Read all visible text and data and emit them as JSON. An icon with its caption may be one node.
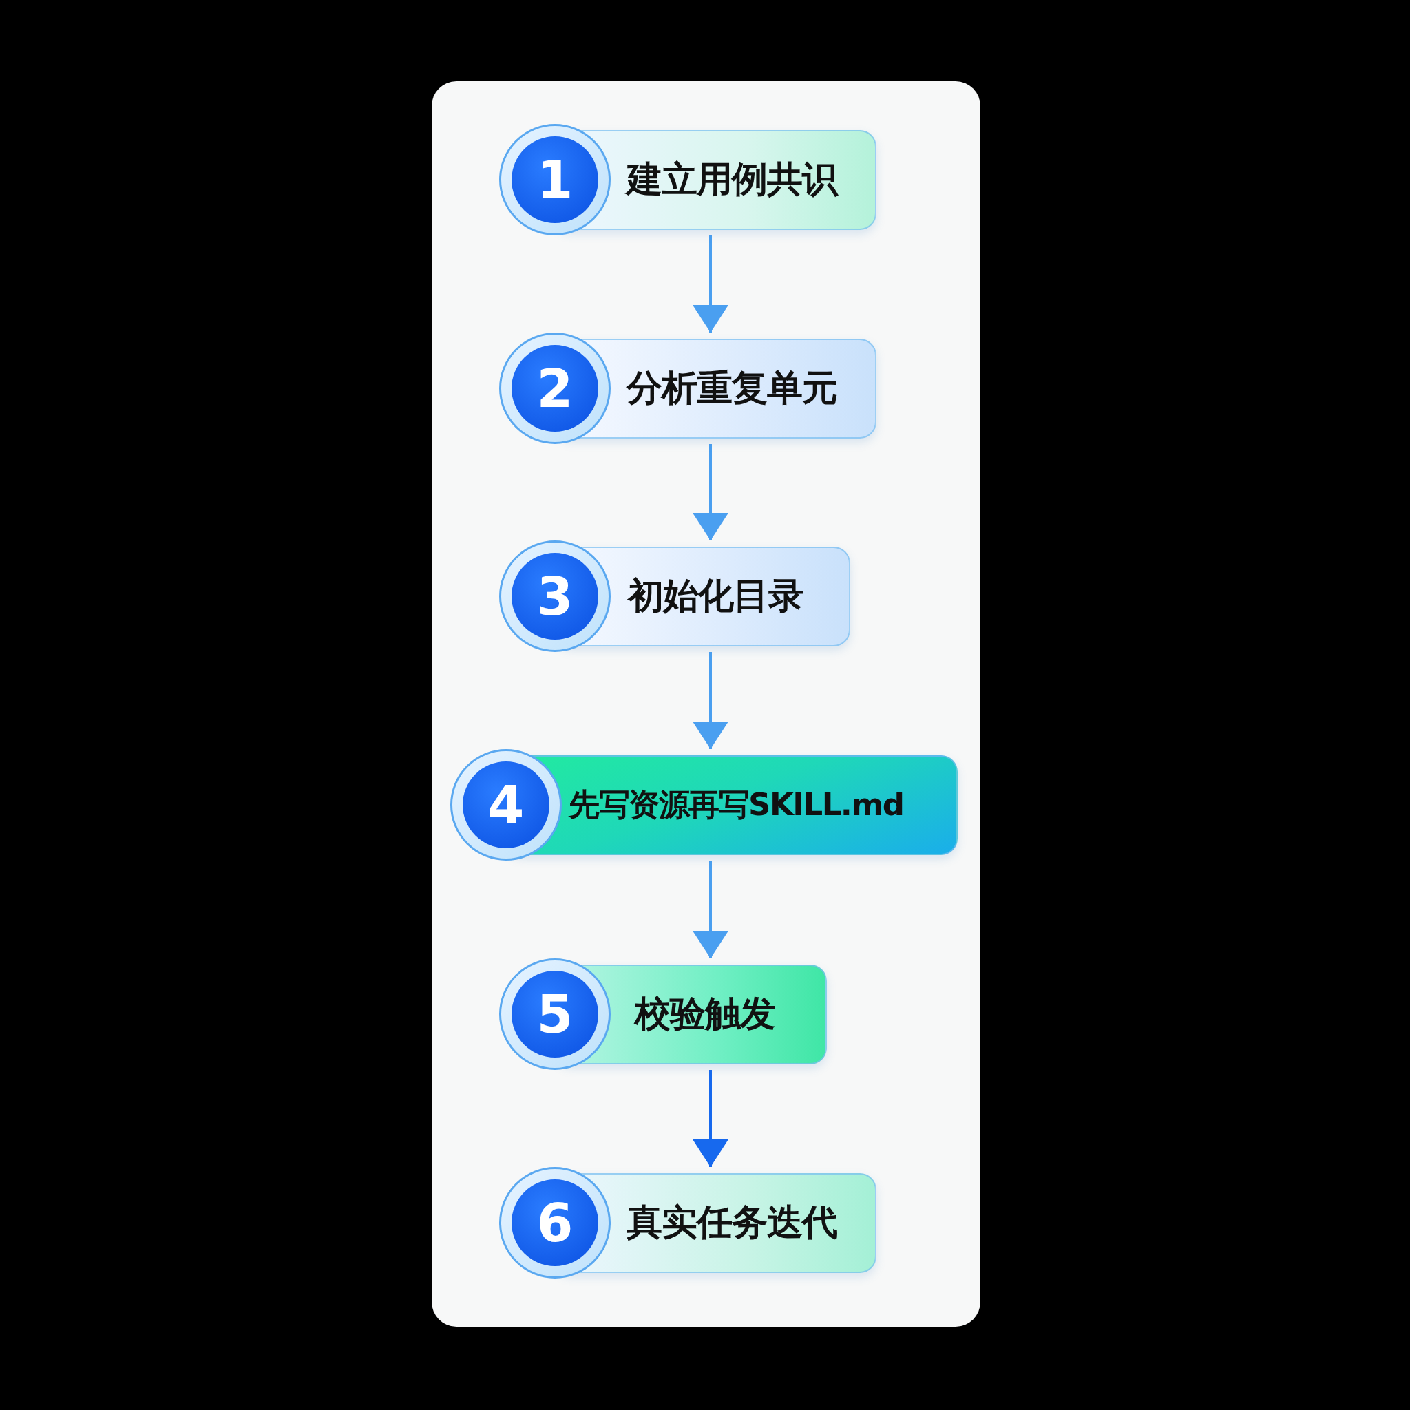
{
  "diagram": {
    "nodes": [
      {
        "text": [
          "1",
          "建立用例共识"
        ]
      },
      {
        "text": [
          "2",
          "分析重复单元"
        ]
      },
      {
        "text": [
          "3",
          "初始化目录"
        ]
      },
      {
        "text": [
          "4",
          "先写资源再写SKILL.md"
        ]
      },
      {
        "text": [
          "5",
          "校验触发"
        ]
      },
      {
        "text": [
          "6",
          "真实任务迭代"
        ]
      }
    ],
    "edges": [
      {
        "from": 0,
        "to": 1,
        "arrow": "to"
      },
      {
        "from": 1,
        "to": 2,
        "arrow": "to"
      },
      {
        "from": 2,
        "to": 3,
        "arrow": "to"
      },
      {
        "from": 3,
        "to": 4,
        "arrow": "to"
      },
      {
        "from": 4,
        "to": 5,
        "arrow": "to",
        "color": "#1769ee"
      }
    ]
  }
}
